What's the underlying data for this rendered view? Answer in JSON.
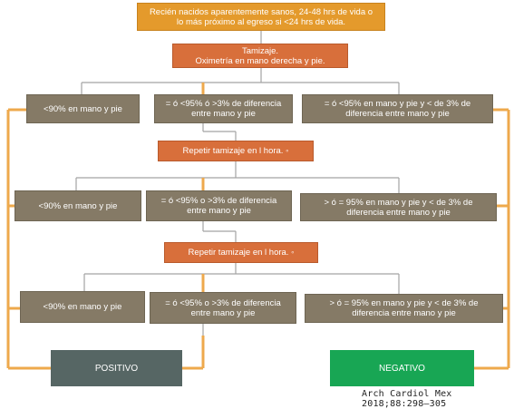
{
  "colors": {
    "top_box": "#e49a2c",
    "step_box": "#d86f3b",
    "result_box": "#857a66",
    "positive_box": "#566664",
    "negative_box": "#18a654",
    "gray_line": "#a3a3a3",
    "orange_line": "#eea94c"
  },
  "top": {
    "line1": "Recién nacidos aparentemente sanos, 24-48 hrs de vida o",
    "line2": "lo más próximo al egreso si <24 hrs de vida."
  },
  "screening": {
    "line1": "Tamizaje.",
    "line2": "Oximetría en mano derecha y pie."
  },
  "round1": {
    "left": "<90% en mano y pie",
    "middle_line1": "= ó <95% ó >3% de diferencia",
    "middle_line2": "entre mano y pie",
    "right_line1": "= ó <95% en mano y pie y < de 3% de",
    "right_line2": "diferencia entre mano y pie"
  },
  "repeat1": "Repetir tamizaje en l hora. ◦",
  "round2": {
    "left": "<90% en mano y pie",
    "middle_line1": "= ó <95% o >3% de diferencia",
    "middle_line2": "entre mano y pie",
    "right_line1": "> ó = 95% en mano y pie y < de 3% de",
    "right_line2": "diferencia entre mano y pie"
  },
  "repeat2": "Repetir tamizaje en l hora. ◦",
  "round3": {
    "left": "<90% en mano y pie",
    "middle_line1": "= ó <95% o >3% de diferencia",
    "middle_line2": "entre mano y pie",
    "right_line1": "> ó = 95% en mano y pie y < de 3% de",
    "right_line2": "diferencia entre mano y pie"
  },
  "outcomes": {
    "positive": "POSITIVO",
    "negative": "NEGATIVO"
  },
  "credit": "Arch Cardiol Mex 2018;88:298–305"
}
